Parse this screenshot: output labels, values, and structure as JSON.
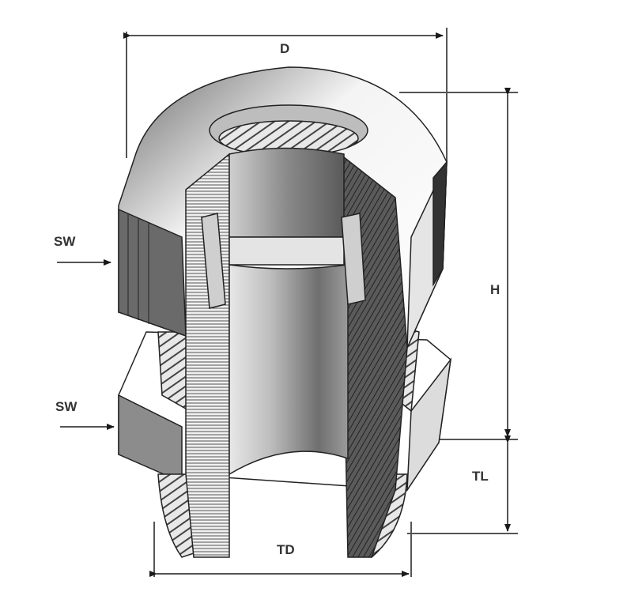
{
  "diagram": {
    "subject": "cable gland cutaway with dimensions",
    "labels": {
      "D": "D",
      "H": "H",
      "TL": "TL",
      "TD": "TD",
      "SW_top": "SW",
      "SW_bottom": "SW"
    },
    "colors": {
      "line": "#333333",
      "dark": "#3a3a3a",
      "mid": "#8a8a8a",
      "light": "#d8d8d8",
      "white": "#ffffff"
    }
  }
}
